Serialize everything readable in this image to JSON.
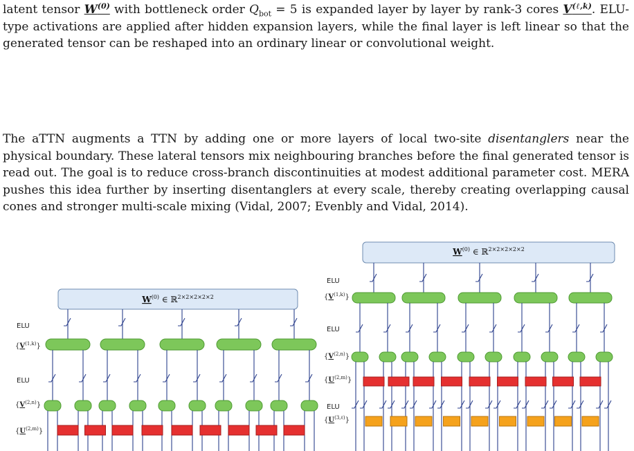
{
  "text": {
    "p1": {
      "a": "latent tensor ",
      "w_symbol": "W",
      "w_sup": "(0)",
      "b": " with bottleneck order ",
      "q_symbol": "Q",
      "q_sub": "bot",
      "c": " = 5 is expanded layer by layer by rank-3 cores ",
      "v_symbol": "V",
      "v_sup": "(ℓ,k)",
      "d": ". ELU-type activations are applied after hidden expansion layers, while the final layer is left linear so that the generated tensor can be reshaped into an ordinary linear or convolutional weight."
    },
    "p2": {
      "a": "The aTTN augments a TTN by adding one or more layers of local two-site ",
      "em": "disentanglers",
      "b": " near the physical boundary. These lateral tensors mix neighbouring branches before the final generated tensor is read out. The goal is to reduce cross-branch discontinuities at modest additional parameter cost. MERA pushes this idea further by inserting disentanglers at every scale, thereby creating overlapping causal cones and stronger multi-scale mixing (Vidal, 2007; Evenbly and Vidal, 2014)."
    }
  },
  "figure": {
    "colors": {
      "top_fill": "#dde9f7",
      "top_stroke": "#6f8cb0",
      "green": "#7dc75a",
      "green_stroke": "#4f9a34",
      "red": "#e53030",
      "red_stroke": "#a51c1c",
      "orange": "#f5a21c",
      "orange_stroke": "#b8760f",
      "line": "#2b3f8c"
    },
    "left": {
      "top_label": "W(0) ∈ ℝ2×2×2×2×2",
      "labels": [
        "ELU",
        "{V(1,k)}",
        "ELU",
        "{V(2,n)}",
        "{U(2,m)}"
      ]
    },
    "right": {
      "top_label": "W(0) ∈ ℝ2×2×2×2×2",
      "labels": [
        "ELU",
        "{V(1,k)}",
        "ELU",
        "{V(2,n)}",
        "{U(2,m)}",
        "ELU",
        "{U(3,ℓ)}"
      ]
    }
  }
}
